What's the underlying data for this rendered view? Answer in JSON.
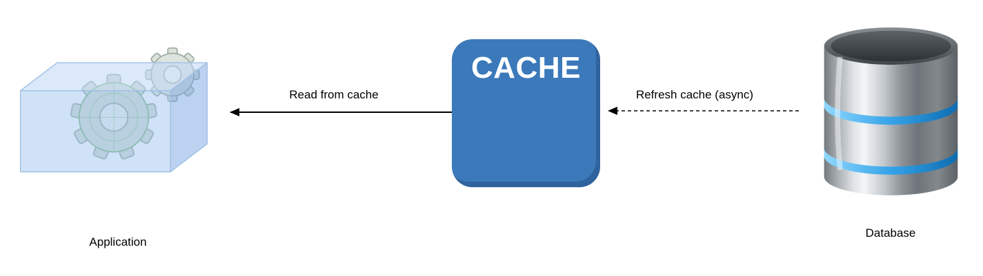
{
  "nodes": {
    "application": {
      "label": "Application",
      "icon": "application-cube-gears-icon"
    },
    "cache": {
      "label": "CACHE",
      "fill_color": "#3b79ba",
      "text_color": "#ffffff"
    },
    "database": {
      "label": "Database",
      "icon": "database-cylinder-icon",
      "accent_color": "#2e9fe6"
    }
  },
  "edges": {
    "read_from_cache": {
      "label": "Read from cache",
      "style": "solid",
      "from": "cache",
      "to": "application",
      "color": "#000000"
    },
    "refresh_cache": {
      "label": "Refresh cache (async)",
      "style": "dashed",
      "from": "database",
      "to": "cache",
      "color": "#000000"
    }
  }
}
